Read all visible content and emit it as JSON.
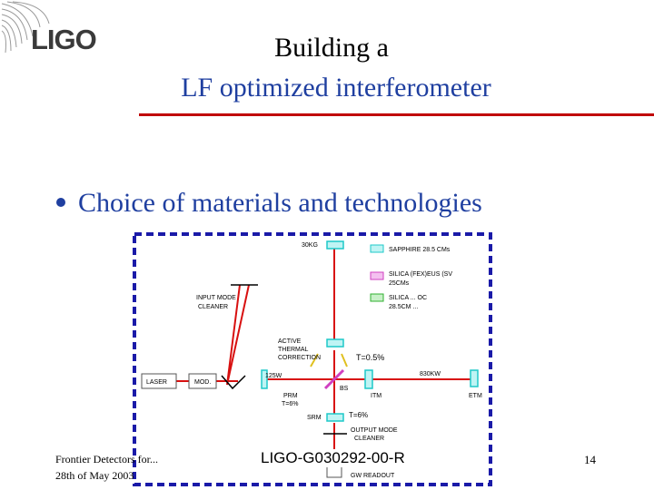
{
  "logo": {
    "text": "LIGO",
    "icon": "ligo-logo-swirl"
  },
  "title": {
    "line1": "Building a",
    "line2": "LF optimized interferometer"
  },
  "bullet": {
    "text": "Choice of materials and technologies"
  },
  "diagram": {
    "labels": {
      "top_mass": "30KG",
      "legend1": "SAPPHIRE  28.5 CMs",
      "legend2": "SILICA  (FEX)EUS (SV",
      "legend2b": "25CMs",
      "legend3": "SILICA ... OC",
      "legend3b": "28.5CM ...",
      "input_cleaner": "INPUT MODE",
      "input_cleaner2": "CLEANER",
      "active": "ACTIVE",
      "thermal": "THERMAL",
      "correction": "CORRECTION",
      "t05": "T=0.5%",
      "power": "125W",
      "right_power": "830KW",
      "laser": "LASER",
      "mod": "MOD.",
      "prm": "PRM",
      "prm_t": "T=6%",
      "bs": "BS",
      "itm": "ITM",
      "etm": "ETM",
      "srm": "SRM",
      "t6": "T=6%",
      "output_cleaner": "OUTPUT MODE",
      "output_cleaner2": "CLEANER",
      "gw": "GW READOUT"
    },
    "colors": {
      "beam": "#d81010",
      "frame": "#1a1aa8",
      "mirror": "#1ec8c8",
      "legend_pink": "#d040c0",
      "legend_green": "#30b030"
    }
  },
  "footer": {
    "left_line1": "Frontier Detectors for...",
    "left_line2": "28th of May 2003",
    "doc_id": "LIGO-G030292-00-R",
    "page": "14"
  }
}
